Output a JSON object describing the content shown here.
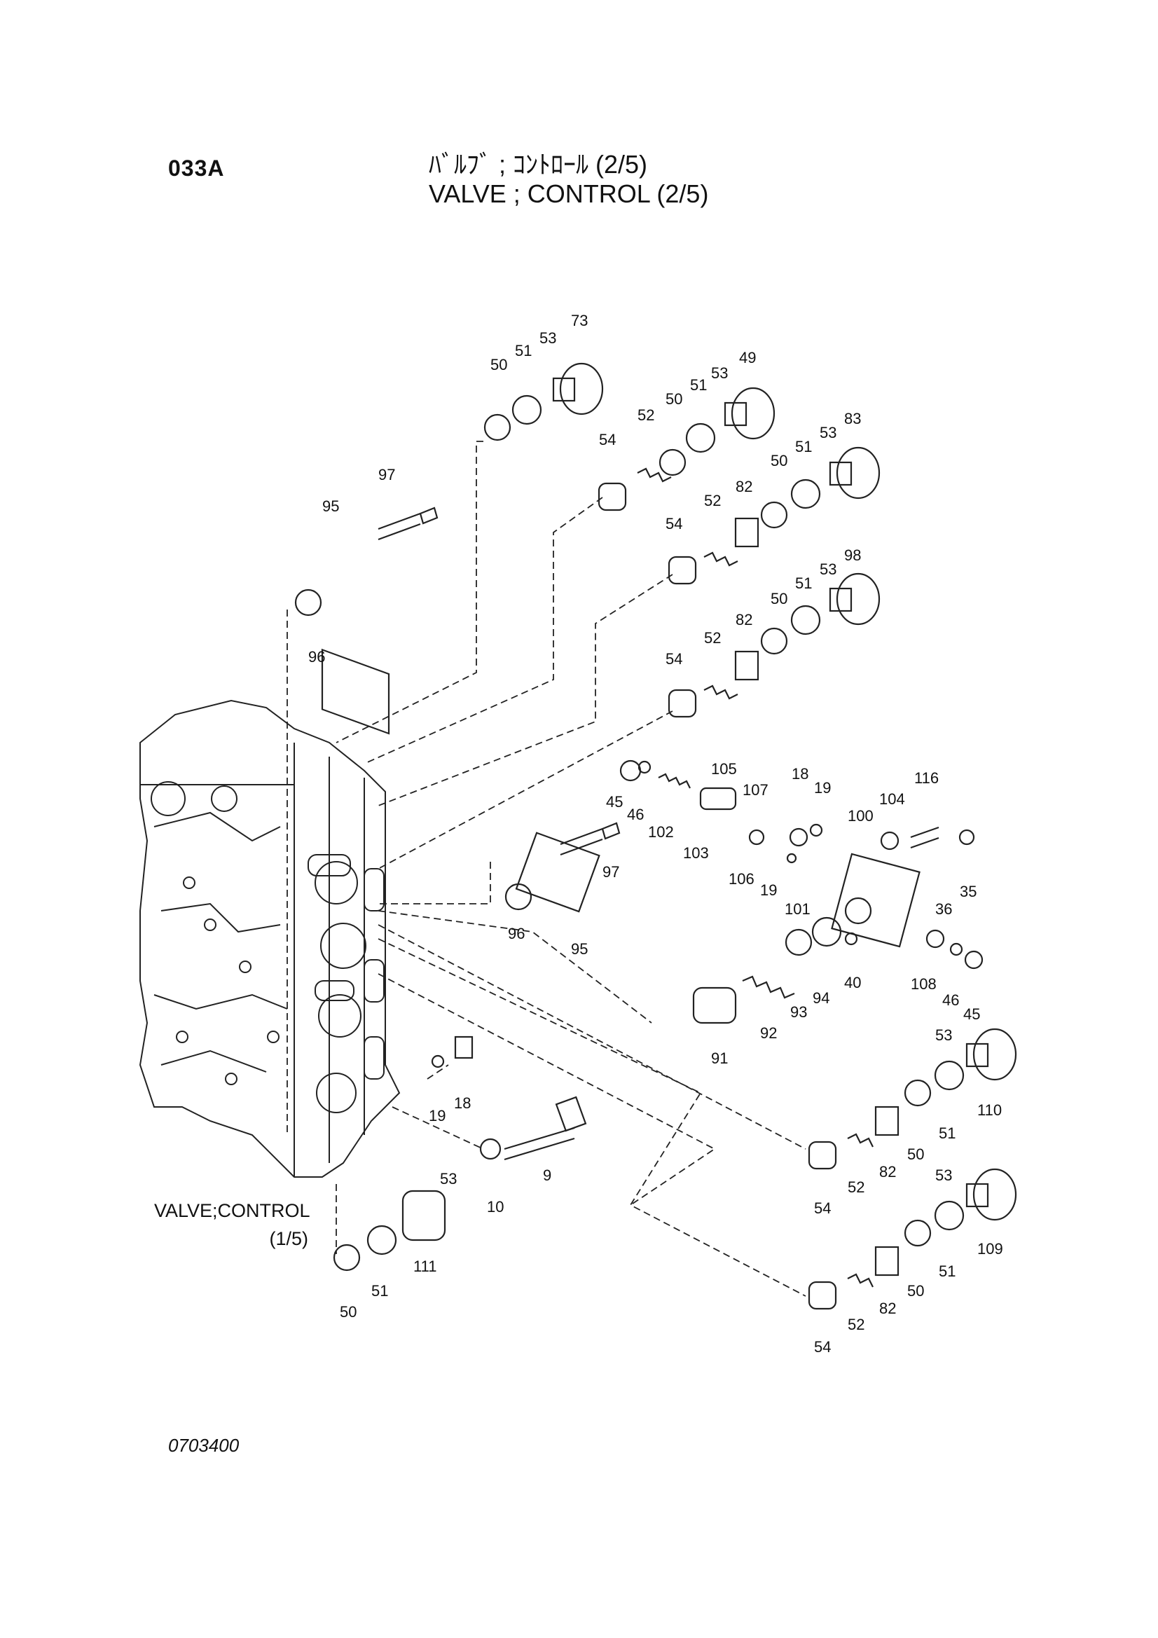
{
  "header": {
    "page_code": "033A",
    "title_jp": "ﾊﾞﾙﾌﾞ ; ｺﾝﾄﾛｰﾙ (2/5)",
    "title_en": "VALVE ; CONTROL (2/5)"
  },
  "reference": {
    "line1": "VALVE;CONTROL",
    "line2": "(1/5)"
  },
  "footer": {
    "doc_number": "0703400"
  },
  "part_labels": [
    "73",
    "53",
    "51",
    "50",
    "49",
    "53",
    "51",
    "50",
    "83",
    "53",
    "51",
    "50",
    "52",
    "54",
    "97",
    "95",
    "96",
    "82",
    "52",
    "54",
    "98",
    "53",
    "51",
    "50",
    "82",
    "52",
    "54",
    "105",
    "18",
    "19",
    "116",
    "104",
    "100",
    "45",
    "46",
    "102",
    "103",
    "107",
    "106",
    "19",
    "101",
    "35",
    "36",
    "97",
    "96",
    "95",
    "92",
    "93",
    "94",
    "40",
    "108",
    "46",
    "45",
    "91",
    "53",
    "110",
    "51",
    "50",
    "82",
    "52",
    "54",
    "18",
    "19",
    "9",
    "10",
    "53",
    "111",
    "51",
    "50",
    "53",
    "109",
    "51",
    "50",
    "82",
    "52",
    "54"
  ]
}
